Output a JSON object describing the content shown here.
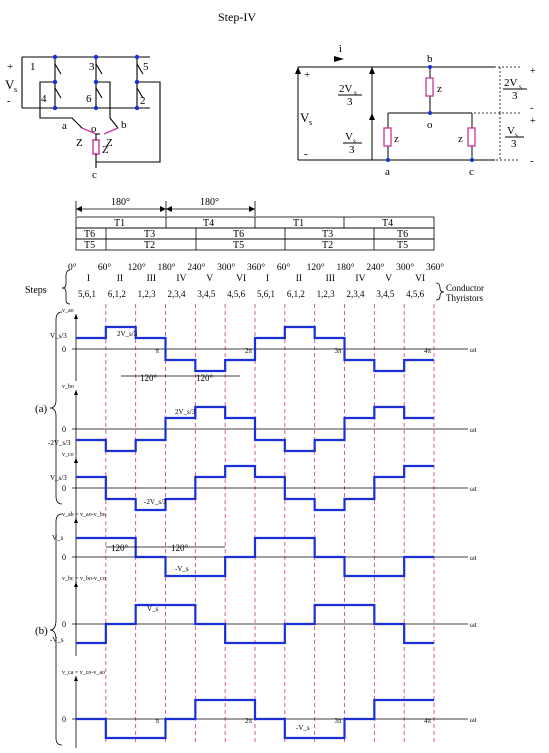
{
  "page": {
    "caption": "Step-IV"
  },
  "circuit_left": {
    "source_label": "V",
    "source_sub": "s",
    "plus": "+",
    "minus": "-",
    "switch_labels": [
      "1",
      "3",
      "5",
      "4",
      "6",
      "2"
    ],
    "node_labels": [
      "a",
      "b",
      "c",
      "o"
    ],
    "z_labels": [
      "Z",
      "Z",
      "Z"
    ]
  },
  "circuit_right": {
    "current_label": "i",
    "source_label": "V",
    "source_sub": "s",
    "plus": "+",
    "minus": "-",
    "v_2vs3": {
      "num": "2V",
      "sub": "s",
      "den": "3"
    },
    "v_vs3": {
      "num": "V",
      "sub": "s",
      "den": "3"
    },
    "z_labels": [
      "z",
      "z",
      "z"
    ],
    "node_labels": [
      "b",
      "o",
      "a",
      "c"
    ]
  },
  "timing": {
    "span_labels": [
      "180°",
      "180°"
    ],
    "row1": [
      "T1",
      "T4",
      "T1",
      "T4"
    ],
    "row2": [
      "T6",
      "T3",
      "T6",
      "T3",
      "T6"
    ],
    "row3": [
      "T5",
      "T2",
      "T5",
      "T2",
      "T5"
    ],
    "angles": [
      "0°",
      "60°",
      "120°",
      "180°",
      "240°",
      "300°",
      "360°",
      "60°",
      "120°",
      "180°",
      "240°",
      "300°",
      "360°"
    ],
    "steps_label": "Steps",
    "steps": [
      "I",
      "II",
      "III",
      "IV",
      "V",
      "VI",
      "I",
      "II",
      "III",
      "IV",
      "V",
      "VI"
    ],
    "thyristors": [
      "5,6,1",
      "6,1,2",
      "1,2,3",
      "2,3,4",
      "3,4,5",
      "4,5,6",
      "5,6,1",
      "6,1,2",
      "1,2,3",
      "2,3,4",
      "3,4,5",
      "4,5,6"
    ],
    "legend_conductor": "Conductor",
    "legend_thyristors": "Thyristors"
  },
  "waveforms": {
    "group_a_label": "(a)",
    "group_b_label": "(b)",
    "wt_label": "ωt",
    "pi_labels": [
      "π",
      "2π",
      "3π",
      "4π"
    ],
    "van": {
      "ylabel": "v_ao",
      "level_vs3": "V_s/3",
      "annot_2vs3": "2V_s/3",
      "span_120": [
        "120°",
        "120°"
      ],
      "step_levels": [
        1,
        2,
        1,
        -1,
        -2,
        -1,
        1,
        2,
        1,
        -1,
        -2,
        -1
      ]
    },
    "vbn": {
      "ylabel": "v_bo",
      "level": "-2V_s/3",
      "annot": "2V_s/3",
      "step_levels": [
        -1,
        -2,
        -1,
        1,
        2,
        1,
        -1,
        -2,
        -1,
        1,
        2,
        1
      ]
    },
    "vcn": {
      "ylabel": "v_co",
      "level": "V_s/3",
      "annot": "-2V_s/3",
      "step_levels": [
        1,
        -1,
        -2,
        -1,
        1,
        2,
        1,
        -1,
        -2,
        -1,
        1,
        2
      ]
    },
    "vab": {
      "ylabel": "v_ab = v_ao-v_bo",
      "level": "V_s",
      "annot": "-V_s",
      "span_120": [
        "120°",
        "120°"
      ],
      "step_levels": [
        1,
        1,
        0,
        -1,
        -1,
        0,
        1,
        1,
        0,
        -1,
        -1,
        0
      ]
    },
    "vbc": {
      "ylabel": "v_bc = v_bo-v_co",
      "level": "-V_s",
      "annot": "V_s",
      "step_levels": [
        -1,
        0,
        1,
        1,
        0,
        -1,
        -1,
        0,
        1,
        1,
        0,
        -1
      ]
    },
    "vca": {
      "ylabel": "v_ca = v_co-v_ao",
      "annot": "-V_s",
      "step_levels": [
        0,
        -1,
        -1,
        0,
        1,
        1,
        0,
        -1,
        -1,
        0,
        1,
        1
      ]
    }
  }
}
